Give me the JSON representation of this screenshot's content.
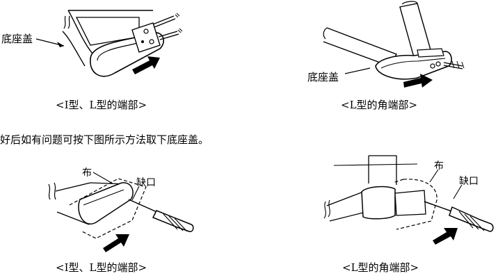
{
  "figures": {
    "top_left": {
      "caption": "<I型、L型的端部>",
      "label": "底座盖"
    },
    "top_right": {
      "caption": "<L型的角端部>",
      "label": "底座盖"
    },
    "bottom_left": {
      "caption": "<I型、L型的端部>",
      "cloth_label": "布",
      "notch_label": "缺口"
    },
    "bottom_right": {
      "caption": "<L型的角端部>",
      "cloth_label": "布",
      "notch_label": "缺口"
    }
  },
  "instruction_text": "好后如有问题可按下图所示方法取下底座盖。",
  "colors": {
    "ink": "#000000",
    "paper": "#ffffff"
  }
}
